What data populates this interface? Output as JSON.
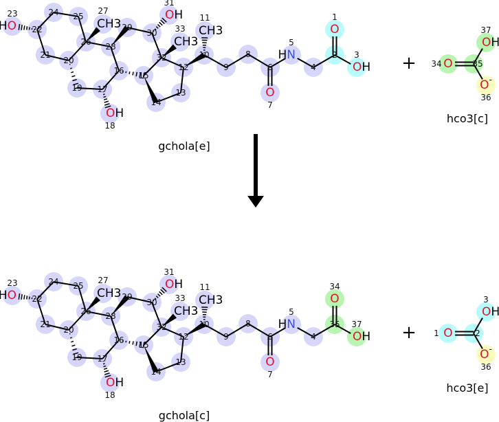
{
  "colors": {
    "lavender": "#d6d6fa",
    "cyan": "#b8fbfb",
    "green": "#b8f5b0",
    "yellow": "#fbfbbc",
    "oxygen": "#e0102f",
    "nitrogen": "#3050f8",
    "carbon": "#000000"
  },
  "reaction": {
    "plus_sign": "+",
    "arrow": "down-arrow",
    "top": {
      "molecule_name": "gchola[e]",
      "partner_name": "hco3[c]",
      "molecule_atoms": [
        {
          "slot": "s1",
          "num": "1",
          "symbol": "O",
          "hl": "cyan"
        },
        {
          "slot": "s2",
          "num": "2",
          "symbol": "",
          "hl": "cyan"
        },
        {
          "slot": "s3",
          "num": "3",
          "symbol": "OH",
          "hl": "cyan"
        },
        {
          "slot": "s4",
          "num": "4",
          "symbol": "",
          "hl": "lavender"
        },
        {
          "slot": "s5",
          "num": "5",
          "symbol": "HN",
          "hl": "lavender"
        },
        {
          "slot": "s6",
          "num": "6",
          "symbol": "",
          "hl": "lavender"
        },
        {
          "slot": "s7",
          "num": "7",
          "symbol": "O",
          "hl": "lavender"
        },
        {
          "slot": "s8",
          "num": "8",
          "symbol": "",
          "hl": "lavender"
        },
        {
          "slot": "s9",
          "num": "9",
          "symbol": "",
          "hl": "lavender"
        },
        {
          "slot": "s10",
          "num": "10",
          "symbol": "",
          "hl": "lavender"
        },
        {
          "slot": "s11",
          "num": "11",
          "symbol": "CH3",
          "hl": "lavender"
        },
        {
          "slot": "s12",
          "num": "12",
          "symbol": "",
          "hl": "lavender"
        },
        {
          "slot": "s13",
          "num": "13",
          "symbol": "",
          "hl": "lavender"
        },
        {
          "slot": "s14",
          "num": "14",
          "symbol": "",
          "hl": "lavender"
        },
        {
          "slot": "s15",
          "num": "15",
          "symbol": "",
          "hl": "lavender"
        },
        {
          "slot": "s16",
          "num": "16",
          "symbol": "",
          "hl": "lavender"
        },
        {
          "slot": "s17",
          "num": "17",
          "symbol": "",
          "hl": "lavender"
        },
        {
          "slot": "s18",
          "num": "18",
          "symbol": "OH",
          "hl": "lavender"
        },
        {
          "slot": "s19",
          "num": "19",
          "symbol": "",
          "hl": "lavender"
        },
        {
          "slot": "s20",
          "num": "20",
          "symbol": "",
          "hl": "lavender"
        },
        {
          "slot": "s21",
          "num": "21",
          "symbol": "",
          "hl": "lavender"
        },
        {
          "slot": "s22",
          "num": "22",
          "symbol": "",
          "hl": "lavender"
        },
        {
          "slot": "s23",
          "num": "23",
          "symbol": "HO",
          "hl": "lavender"
        },
        {
          "slot": "s24",
          "num": "24",
          "symbol": "",
          "hl": "lavender"
        },
        {
          "slot": "s25",
          "num": "25",
          "symbol": "",
          "hl": "lavender"
        },
        {
          "slot": "s26",
          "num": "26",
          "symbol": "",
          "hl": "lavender"
        },
        {
          "slot": "s27",
          "num": "27",
          "symbol": "CH3",
          "hl": "lavender"
        },
        {
          "slot": "s28",
          "num": "28",
          "symbol": "",
          "hl": "lavender"
        },
        {
          "slot": "s29",
          "num": "29",
          "symbol": "",
          "hl": "lavender"
        },
        {
          "slot": "s30",
          "num": "30",
          "symbol": "",
          "hl": "lavender"
        },
        {
          "slot": "s31",
          "num": "31",
          "symbol": "OH",
          "hl": "lavender"
        },
        {
          "slot": "s32",
          "num": "32",
          "symbol": "",
          "hl": "lavender"
        },
        {
          "slot": "s33",
          "num": "33",
          "symbol": "CH3",
          "hl": "lavender"
        }
      ],
      "partner_atoms": [
        {
          "slot": "b1",
          "num": "34",
          "symbol": "O",
          "hl": "green"
        },
        {
          "slot": "b2",
          "num": "35",
          "symbol": "",
          "hl": "green"
        },
        {
          "slot": "b3",
          "num": "37",
          "symbol": "OH",
          "hl": "green"
        },
        {
          "slot": "b4",
          "num": "36",
          "symbol": "O-",
          "hl": "yellow"
        }
      ]
    },
    "bottom": {
      "molecule_name": "gchola[c]",
      "partner_name": "hco3[e]",
      "molecule_atoms": [
        {
          "slot": "s1",
          "num": "34",
          "symbol": "O",
          "hl": "green"
        },
        {
          "slot": "s2",
          "num": "35",
          "symbol": "",
          "hl": "green"
        },
        {
          "slot": "s3",
          "num": "37",
          "symbol": "OH",
          "hl": "green"
        },
        {
          "slot": "s4",
          "num": "4",
          "symbol": "",
          "hl": "lavender"
        },
        {
          "slot": "s5",
          "num": "5",
          "symbol": "HN",
          "hl": "lavender"
        },
        {
          "slot": "s6",
          "num": "6",
          "symbol": "",
          "hl": "lavender"
        },
        {
          "slot": "s7",
          "num": "7",
          "symbol": "O",
          "hl": "lavender"
        },
        {
          "slot": "s8",
          "num": "8",
          "symbol": "",
          "hl": "lavender"
        },
        {
          "slot": "s9",
          "num": "9",
          "symbol": "",
          "hl": "lavender"
        },
        {
          "slot": "s10",
          "num": "10",
          "symbol": "",
          "hl": "lavender"
        },
        {
          "slot": "s11",
          "num": "11",
          "symbol": "CH3",
          "hl": "lavender"
        },
        {
          "slot": "s12",
          "num": "12",
          "symbol": "",
          "hl": "lavender"
        },
        {
          "slot": "s13",
          "num": "13",
          "symbol": "",
          "hl": "lavender"
        },
        {
          "slot": "s14",
          "num": "14",
          "symbol": "",
          "hl": "lavender"
        },
        {
          "slot": "s15",
          "num": "15",
          "symbol": "",
          "hl": "lavender"
        },
        {
          "slot": "s16",
          "num": "16",
          "symbol": "",
          "hl": "lavender"
        },
        {
          "slot": "s17",
          "num": "17",
          "symbol": "",
          "hl": "lavender"
        },
        {
          "slot": "s18",
          "num": "18",
          "symbol": "OH",
          "hl": "lavender"
        },
        {
          "slot": "s19",
          "num": "19",
          "symbol": "",
          "hl": "lavender"
        },
        {
          "slot": "s20",
          "num": "20",
          "symbol": "",
          "hl": "lavender"
        },
        {
          "slot": "s21",
          "num": "21",
          "symbol": "",
          "hl": "lavender"
        },
        {
          "slot": "s22",
          "num": "22",
          "symbol": "",
          "hl": "lavender"
        },
        {
          "slot": "s23",
          "num": "23",
          "symbol": "HO",
          "hl": "lavender"
        },
        {
          "slot": "s24",
          "num": "24",
          "symbol": "",
          "hl": "lavender"
        },
        {
          "slot": "s25",
          "num": "25",
          "symbol": "",
          "hl": "lavender"
        },
        {
          "slot": "s26",
          "num": "26",
          "symbol": "",
          "hl": "lavender"
        },
        {
          "slot": "s27",
          "num": "27",
          "symbol": "CH3",
          "hl": "lavender"
        },
        {
          "slot": "s28",
          "num": "28",
          "symbol": "",
          "hl": "lavender"
        },
        {
          "slot": "s29",
          "num": "29",
          "symbol": "",
          "hl": "lavender"
        },
        {
          "slot": "s30",
          "num": "30",
          "symbol": "",
          "hl": "lavender"
        },
        {
          "slot": "s31",
          "num": "31",
          "symbol": "OH",
          "hl": "lavender"
        },
        {
          "slot": "s32",
          "num": "32",
          "symbol": "",
          "hl": "lavender"
        },
        {
          "slot": "s33",
          "num": "33",
          "symbol": "CH3",
          "hl": "lavender"
        }
      ],
      "partner_atoms": [
        {
          "slot": "b1",
          "num": "1",
          "symbol": "O",
          "hl": "cyan"
        },
        {
          "slot": "b2",
          "num": "2",
          "symbol": "",
          "hl": "cyan"
        },
        {
          "slot": "b3",
          "num": "3",
          "symbol": "OH",
          "hl": "cyan"
        },
        {
          "slot": "b4",
          "num": "36",
          "symbol": "O-",
          "hl": "yellow"
        }
      ]
    }
  }
}
